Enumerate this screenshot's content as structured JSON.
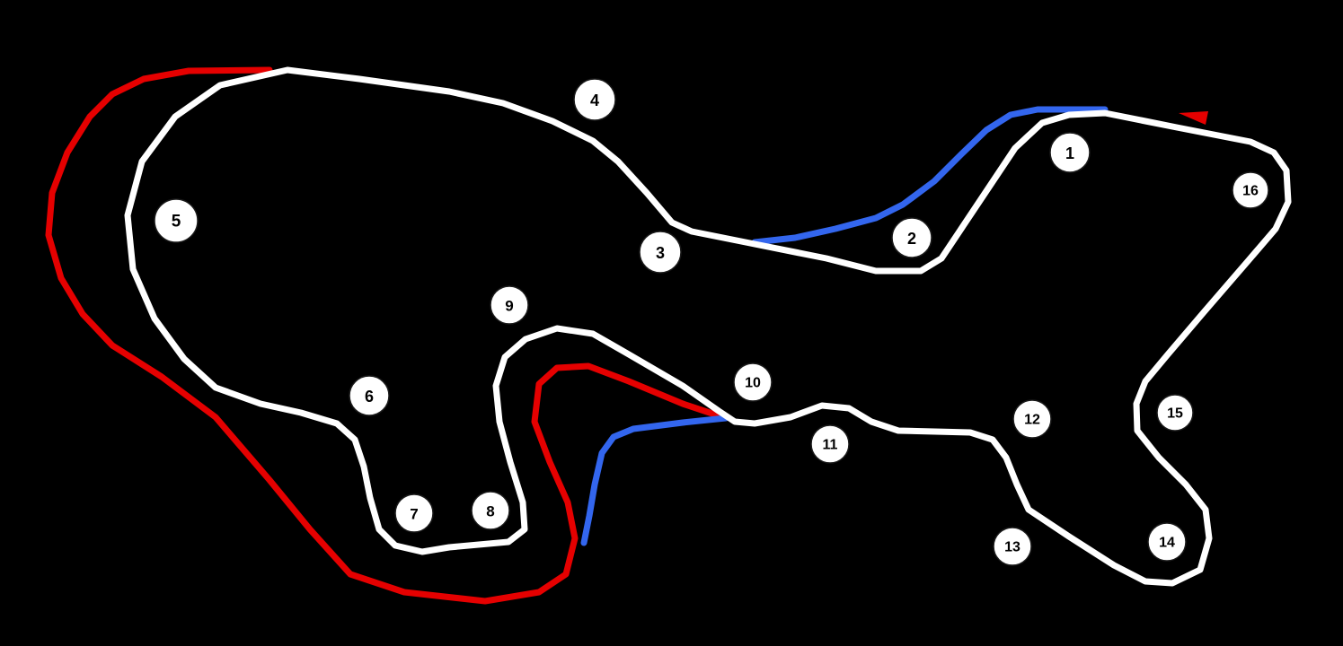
{
  "map": {
    "background_color": "#000000",
    "main_track_color": "#ffffff",
    "variant_red_color": "#e50000",
    "variant_blue_color": "#3366ee",
    "start_direction_marker": "start-direction-arrow-icon",
    "turns": [
      {
        "label": "1"
      },
      {
        "label": "2"
      },
      {
        "label": "3"
      },
      {
        "label": "4"
      },
      {
        "label": "5"
      },
      {
        "label": "6"
      },
      {
        "label": "7"
      },
      {
        "label": "8"
      },
      {
        "label": "9"
      },
      {
        "label": "10"
      },
      {
        "label": "11"
      },
      {
        "label": "12"
      },
      {
        "label": "13"
      },
      {
        "label": "14"
      },
      {
        "label": "15"
      },
      {
        "label": "16"
      }
    ]
  }
}
